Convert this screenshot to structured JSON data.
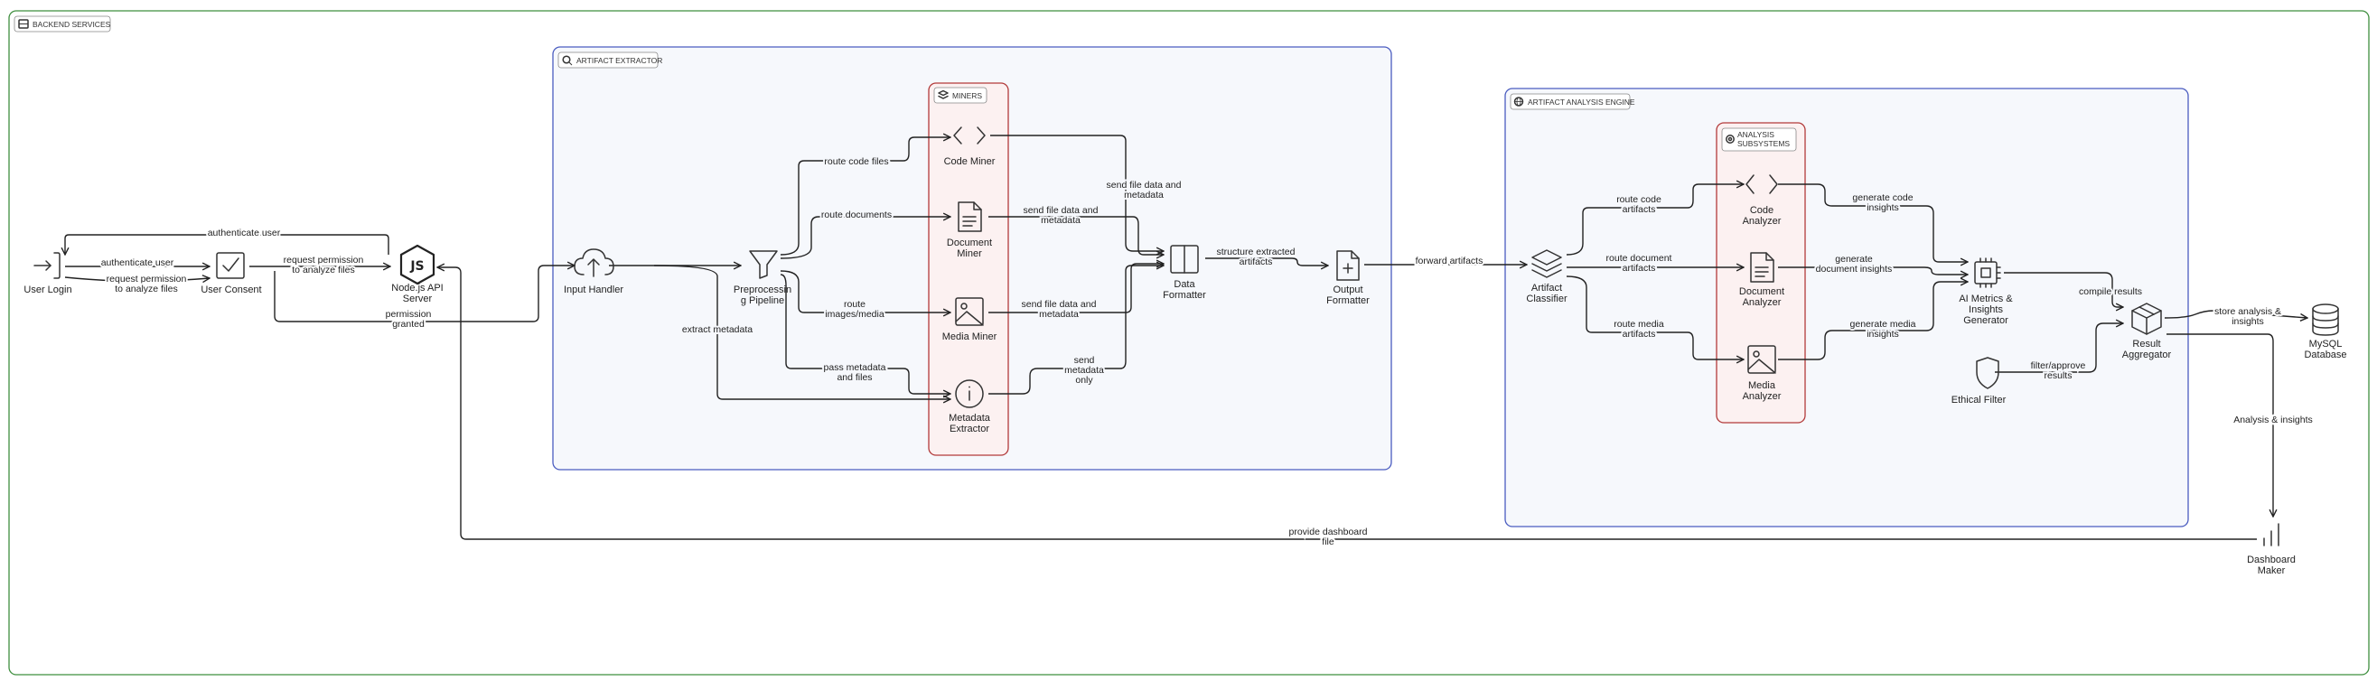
{
  "groups": {
    "backend": "BACKEND SERVICES",
    "extractor": "ARTIFACT EXTRACTOR",
    "miners": "MINERS",
    "analysis_engine": "ARTIFACT ANALYSIS ENGINE",
    "analysis_subsystems": [
      "ANALYSIS",
      "SUBSYSTEMS"
    ]
  },
  "nodes": {
    "user_login": [
      "User Login"
    ],
    "user_consent": [
      "User Consent"
    ],
    "api_server": [
      "Node.js API",
      "Server"
    ],
    "input_handler": [
      "Input Handler"
    ],
    "preprocessing": [
      "Preprocessin",
      "g Pipeline"
    ],
    "code_miner": [
      "Code Miner"
    ],
    "document_miner": [
      "Document",
      "Miner"
    ],
    "media_miner": [
      "Media Miner"
    ],
    "metadata_extractor": [
      "Metadata",
      "Extractor"
    ],
    "data_formatter": [
      "Data",
      "Formatter"
    ],
    "output_formatter": [
      "Output",
      "Formatter"
    ],
    "artifact_classifier": [
      "Artifact",
      "Classifier"
    ],
    "code_analyzer": [
      "Code",
      "Analyzer"
    ],
    "document_analyzer": [
      "Document",
      "Analyzer"
    ],
    "media_analyzer": [
      "Media",
      "Analyzer"
    ],
    "metrics_generator": [
      "AI Metrics &",
      "Insights",
      "Generator"
    ],
    "ethical_filter": [
      "Ethical Filter"
    ],
    "result_aggregator": [
      "Result",
      "Aggregator"
    ],
    "mysql": [
      "MySQL",
      "Database"
    ],
    "dashboard_maker": [
      "Dashboard",
      "Maker"
    ]
  },
  "edges": {
    "authenticate_top": [
      "authenticate user"
    ],
    "authenticate_mid": [
      "authenticate user"
    ],
    "request_permission_left": [
      "request permission",
      "to analyze files"
    ],
    "request_permission_right": [
      "request permission",
      "to analyze files"
    ],
    "permission_granted": [
      "permission",
      "granted"
    ],
    "extract_metadata": [
      "extract metadata"
    ],
    "route_code": [
      "route code files"
    ],
    "route_documents": [
      "route documents"
    ],
    "route_media": [
      "route",
      "images/media"
    ],
    "pass_metadata": [
      "pass metadata",
      "and files"
    ],
    "send_code": [
      "send file data and",
      "metadata"
    ],
    "send_document": [
      "send file data and",
      "metadata"
    ],
    "send_media": [
      "send file data and",
      "metadata"
    ],
    "send_metadata": [
      "send",
      "metadata",
      "only"
    ],
    "structure": [
      "structure extracted",
      "artifacts"
    ],
    "forward": [
      "forward artifacts"
    ],
    "route_code_artifacts": [
      "route code",
      "artifacts"
    ],
    "route_document_artifacts": [
      "route document",
      "artifacts"
    ],
    "route_media_artifacts": [
      "route media",
      "artifacts"
    ],
    "generate_code": [
      "generate code",
      "insights"
    ],
    "generate_document": [
      "generate",
      "document insights"
    ],
    "generate_media": [
      "generate media",
      "insights"
    ],
    "compile": [
      "compile results"
    ],
    "filter": [
      "filter/approve",
      "results"
    ],
    "store": [
      "store analysis &",
      "insights"
    ],
    "analysis_insights": [
      "Analysis & insights"
    ],
    "provide_dashboard": [
      "provide dashboard",
      "file"
    ]
  },
  "colors": {
    "backend_border": "#3f8f3f",
    "backend_fill": "#ffffff",
    "engine_border": "#4a5cc0",
    "engine_fill": "#f6f8fc",
    "miners_border": "#b23a3a",
    "miners_fill": "#fcf1f1",
    "edge": "#222222",
    "icon": "#333333"
  },
  "icons": {
    "user_login": "login-icon",
    "user_consent": "check-icon",
    "api_server": "nodejs-icon",
    "input_handler": "cloud-upload-icon",
    "preprocessing": "filter-icon",
    "code_miner": "code-icon",
    "document_miner": "document-icon",
    "media_miner": "image-icon",
    "metadata_extractor": "info-icon",
    "data_formatter": "columns-icon",
    "output_formatter": "file-plus-icon",
    "artifact_classifier": "layers-icon",
    "code_analyzer": "code-icon",
    "document_analyzer": "document-icon",
    "media_analyzer": "image-icon",
    "metrics_generator": "chip-icon",
    "ethical_filter": "shield-icon",
    "result_aggregator": "cube-icon",
    "mysql": "database-icon",
    "dashboard_maker": "bars-icon"
  }
}
